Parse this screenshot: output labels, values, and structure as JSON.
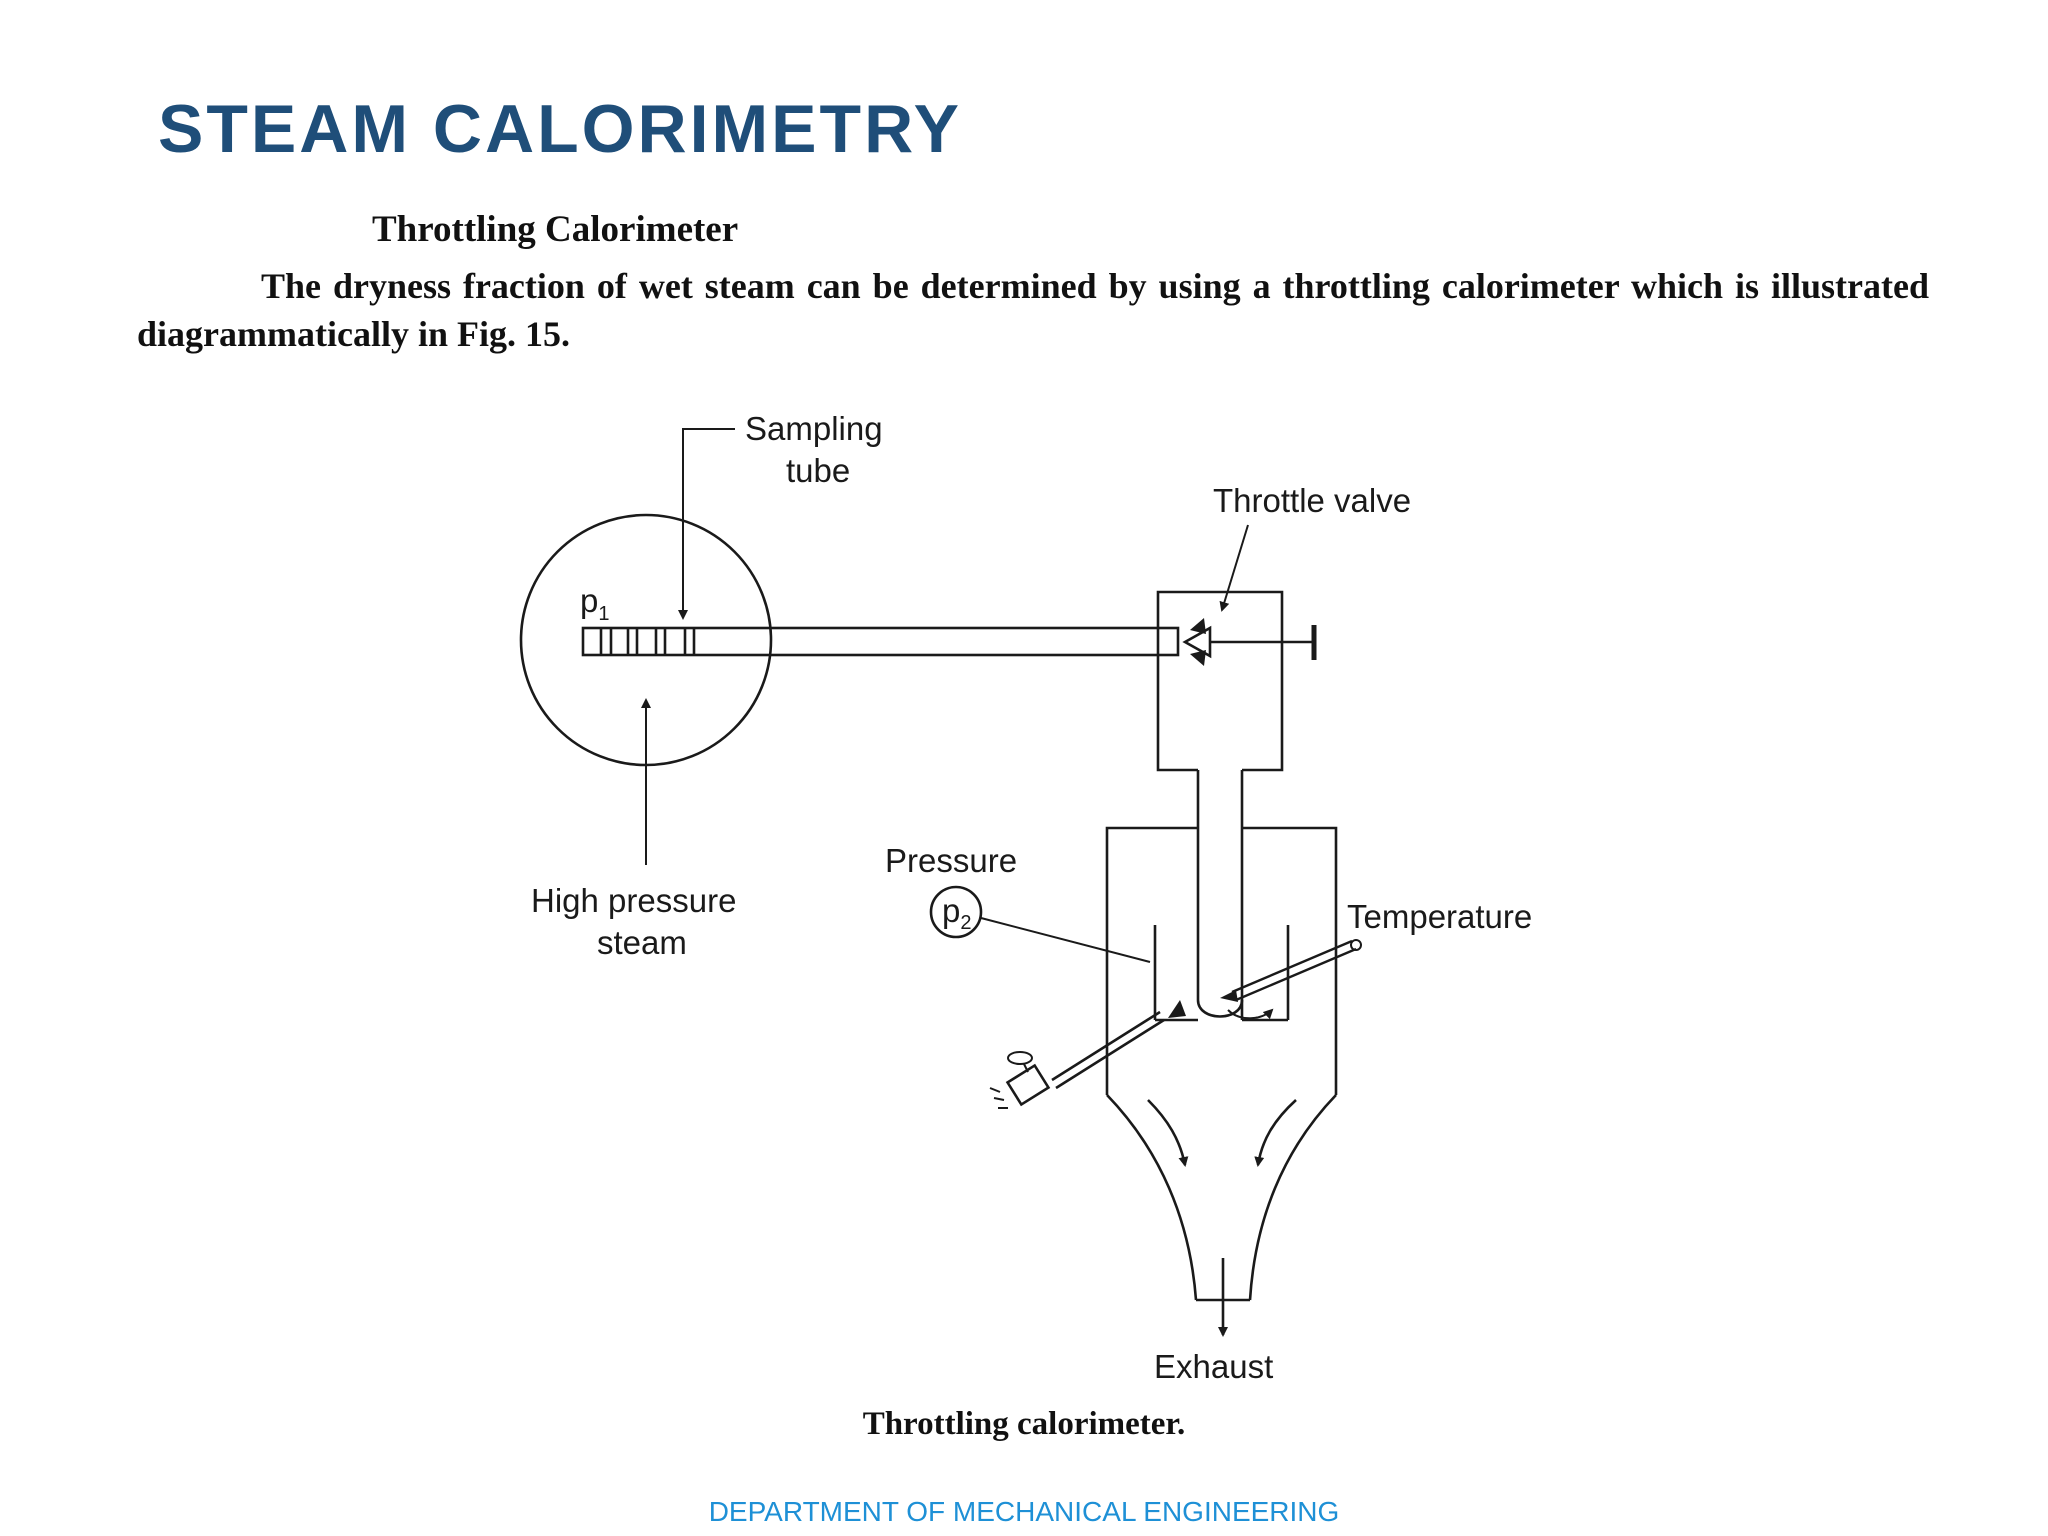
{
  "slide": {
    "title": "STEAM CALORIMETRY",
    "footer": "DEPARTMENT OF MECHANICAL ENGINEERING"
  },
  "document": {
    "heading": "Throttling Calorimeter",
    "paragraph": "The dryness fraction of wet steam can be determined by using a throttling calorimeter which is illustrated diagrammatically in Fig. 15."
  },
  "figure": {
    "labels": {
      "sampling_tube_line1": "Sampling",
      "sampling_tube_line2": "tube",
      "throttle_valve": "Throttle valve",
      "p1_main": "p",
      "p1_sub": "1",
      "high_pressure_line1": "High pressure",
      "high_pressure_line2": "steam",
      "pressure": "Pressure",
      "p2_main": "p",
      "p2_sub": "2",
      "temperature": "Temperature",
      "exhaust": "Exhaust"
    },
    "caption": "Throttling calorimeter."
  }
}
